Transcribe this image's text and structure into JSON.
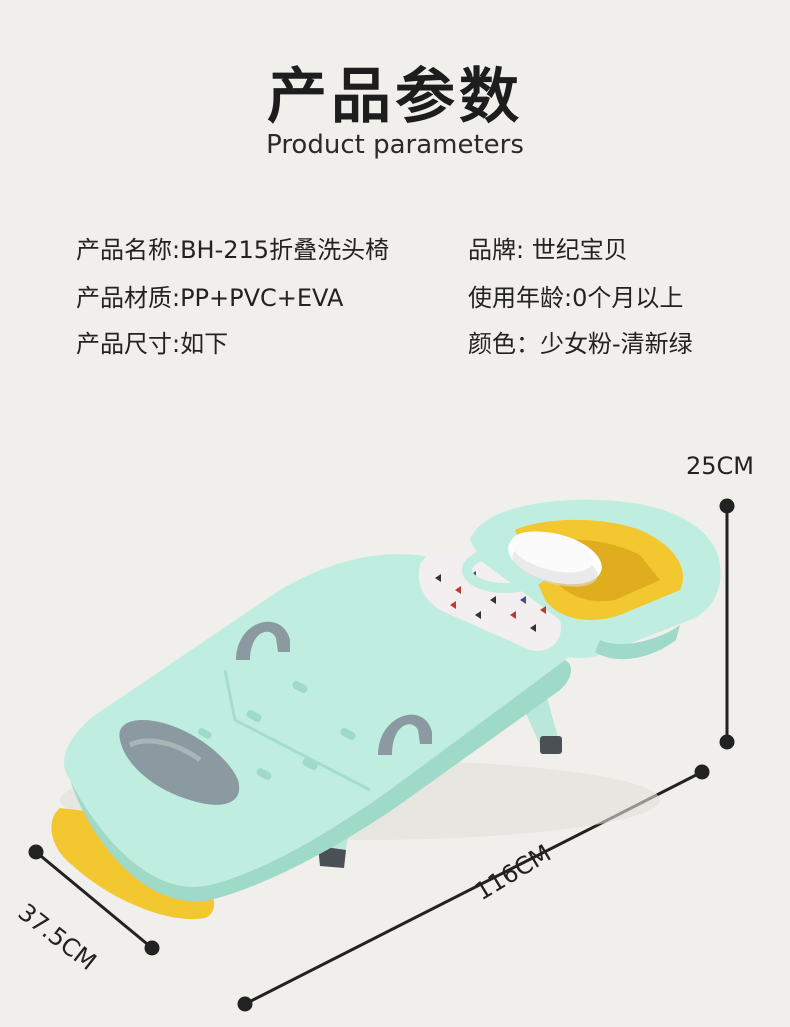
{
  "header": {
    "title": "产品参数",
    "subtitle": "Product parameters"
  },
  "params": {
    "name": "产品名称:BH-215折叠洗头椅",
    "brand": "品牌: 世纪宝贝",
    "material": "产品材质:PP+PVC+EVA",
    "age": "使用年龄:0个月以上",
    "size": "产品尺寸:如下",
    "color": "颜色：少女粉-清新绿"
  },
  "dimensions": {
    "height": "25CM",
    "length": "116CM",
    "width": "37.5CM"
  },
  "colors": {
    "background": "#f1efec",
    "mint": "#bfeee0",
    "mint_dark": "#9fd9c8",
    "yellow": "#f3c730",
    "gray": "#8a9aa0",
    "dark": "#222222"
  },
  "icons": {
    "product": "folding-shampoo-chair-image"
  }
}
